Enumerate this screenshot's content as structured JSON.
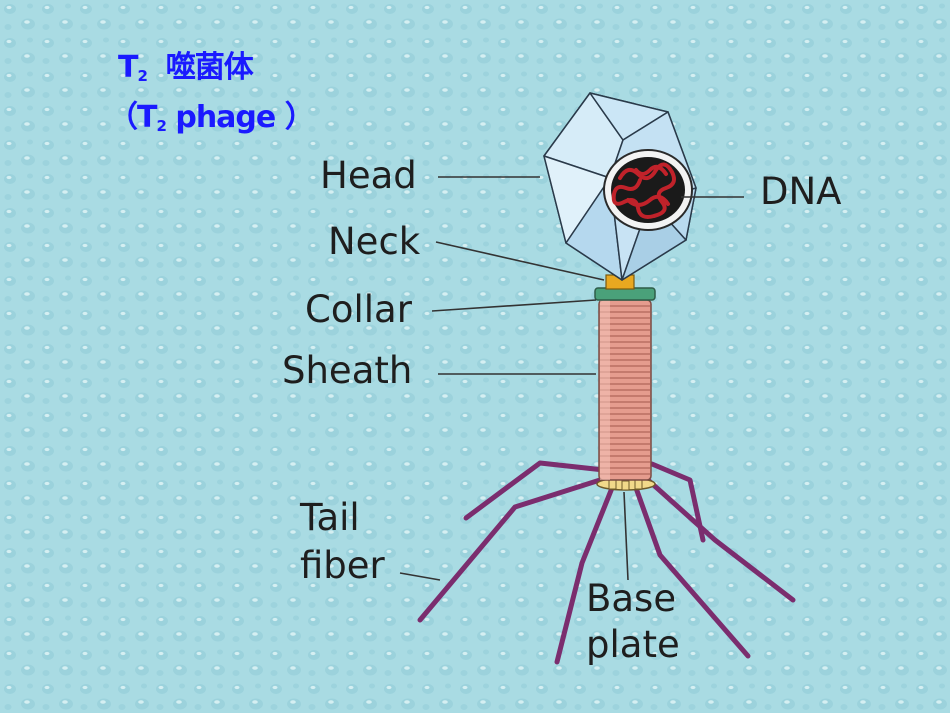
{
  "title": {
    "line1_main": "T",
    "line1_sub": "2",
    "line1_rest": "噬菌体",
    "line2_open": "（",
    "line2_main": "T",
    "line2_sub": "2",
    "line2_rest": " phage ）"
  },
  "labels": {
    "head": "Head",
    "neck": "Neck",
    "collar": "Collar",
    "sheath": "Sheath",
    "tail_fiber_1": "Tail",
    "tail_fiber_2": "fiber",
    "base_plate_1": "Base",
    "base_plate_2": "plate",
    "dna": "DNA"
  },
  "colors": {
    "background": "#a9dbe3",
    "title": "#1a1aff",
    "capsid": "#bfe0f3",
    "dna": "#c0222a",
    "sheath": "#e59c8e",
    "collar": "#4aa17a",
    "neck": "#e8a820",
    "tail_fiber": "#7b2d6e"
  }
}
